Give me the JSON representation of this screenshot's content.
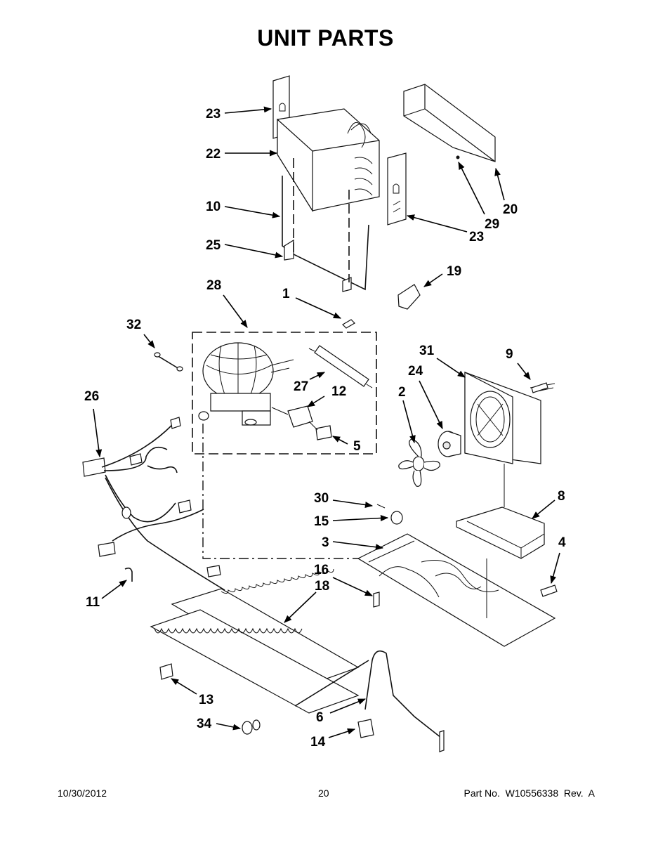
{
  "title": "UNIT PARTS",
  "callouts": [
    "23",
    "22",
    "10",
    "25",
    "20",
    "29",
    "23",
    "19",
    "28",
    "1",
    "32",
    "31",
    "9",
    "27",
    "12",
    "24",
    "2",
    "26",
    "5",
    "30",
    "8",
    "15",
    "3",
    "4",
    "16",
    "18",
    "11",
    "13",
    "6",
    "34",
    "14"
  ],
  "footer": {
    "date": "10/30/2012",
    "page": "20",
    "part_number": "Part No.  W10556338  Rev.  A"
  }
}
